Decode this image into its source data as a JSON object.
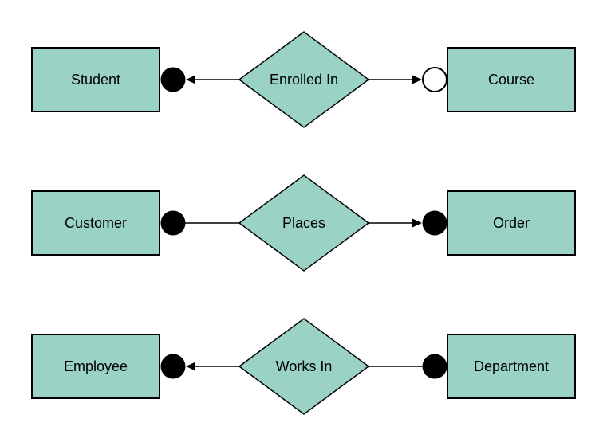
{
  "style": {
    "shape_fill": "#9ad3c6",
    "shape_stroke": "#000000",
    "background": "#ffffff"
  },
  "rows": [
    {
      "left_entity": "Student",
      "relationship": "Enrolled In",
      "right_entity": "Course",
      "left_terminal": "filled-circle",
      "right_terminal": "open-circle",
      "left_arrowhead": "pointing-left",
      "right_arrowhead": "pointing-right"
    },
    {
      "left_entity": "Customer",
      "relationship": "Places",
      "right_entity": "Order",
      "left_terminal": "filled-circle",
      "right_terminal": "filled-circle",
      "left_arrowhead": "none",
      "right_arrowhead": "pointing-right"
    },
    {
      "left_entity": "Employee",
      "relationship": "Works In",
      "right_entity": "Department",
      "left_terminal": "filled-circle",
      "right_terminal": "filled-circle",
      "left_arrowhead": "pointing-left",
      "right_arrowhead": "none"
    }
  ]
}
